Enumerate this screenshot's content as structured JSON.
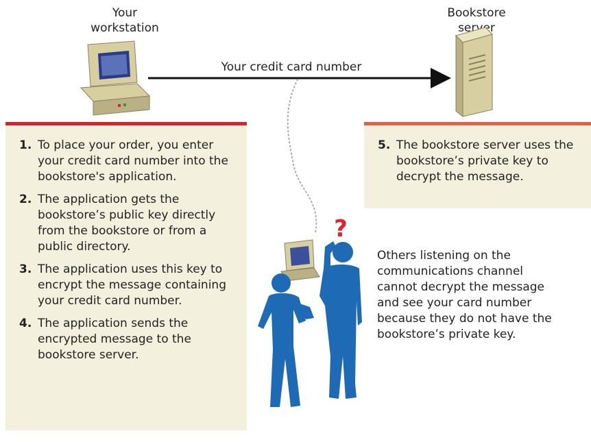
{
  "workstation_label": "Your\nworkstation",
  "server_label": "Bookstore\nserver",
  "arrow_label": "Your credit card number",
  "left_steps": [
    {
      "num": "1.",
      "text": "To place your order, you enter your credit card number into the bookstore's application."
    },
    {
      "num": "2.",
      "text": "The application gets the bookstore’s public key directly from the bookstore or from a public directory."
    },
    {
      "num": "3.",
      "text": "The application uses this key to encrypt the message containing your credit card number."
    },
    {
      "num": "4.",
      "text": "The application sends the encrypted message to the bookstore server."
    }
  ],
  "right_step": {
    "num": "5.",
    "text": "The bookstore server uses the bookstore’s private key to decrypt the message."
  },
  "eavesdropper_note": "Others listening on the communications channel cannot decrypt the message and see your card number because they do not have the bookstore’s private key.",
  "question_mark": "?",
  "colors": {
    "panel_bg": "#f3f1dd",
    "left_bar": "#d8232f",
    "right_bar": "#e0604a",
    "people": "#1f6ab5",
    "question": "#e0232f",
    "arrow": "#111111"
  },
  "icons": [
    "workstation-icon",
    "server-icon",
    "eavesdropper-icon"
  ]
}
